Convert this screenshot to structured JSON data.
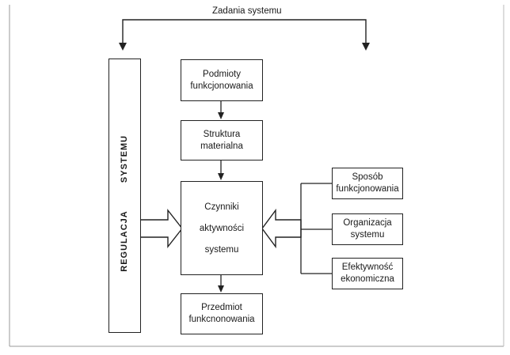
{
  "diagram": {
    "top_label": "Zadania systemu",
    "regulation": {
      "line1": "SYSTEMU",
      "line2": "REGULACJA"
    },
    "boxes": {
      "podmioty": "Podmioty\nfunkcjonowania",
      "struktura": "Struktura\nmaterialna",
      "czynniki": {
        "line1": "Czynniki",
        "line2": "aktywności",
        "line3": "systemu"
      },
      "przedmiot": "Przedmiot\nfunkcnonowania",
      "sposob": "Sposób\nfunkcjonowania",
      "organizacja": "Organizacja\nsystemu",
      "efektywnosc": "Efektywność\nekonomiczna"
    }
  }
}
